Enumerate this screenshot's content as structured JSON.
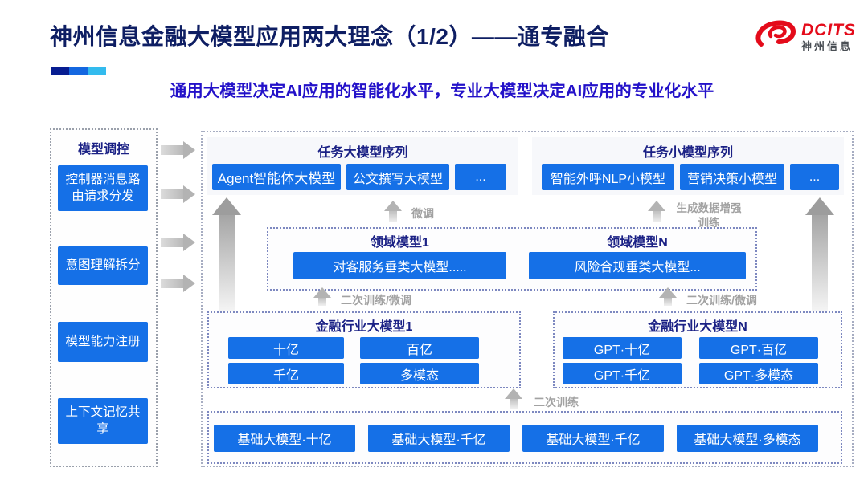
{
  "header": {
    "title": "神州信息金融大模型应用两大理念（1/2）——通专融合",
    "subtitle": "通用大模型决定AI应用的智能化水平，专业大模型决定AI应用的专业化水平",
    "accent_bar_colors": [
      "#071d91",
      "#1467e0",
      "#33bbee"
    ],
    "title_color": "#0e1e63",
    "subtitle_color": "#2311c9",
    "logo": {
      "brand": "DCITS",
      "brand_cn": "神州信息",
      "brand_color": "#e40b1a",
      "icon": "swirl-logo-icon"
    }
  },
  "colors": {
    "node_blue": "#1570e7",
    "heading_navy": "#1b2185",
    "label_gray": "#a2a2a2"
  },
  "sidebar": {
    "title": "模型调控",
    "items": [
      {
        "label": "控制器消息路由请求分发"
      },
      {
        "label": "意图理解拆分"
      },
      {
        "label": "模型能力注册"
      },
      {
        "label": "上下文记忆共享"
      }
    ]
  },
  "main": {
    "task_large": {
      "title": "任务大模型序列",
      "items": [
        "Agent智能体大模型",
        "公文撰写大模型",
        "..."
      ]
    },
    "task_small": {
      "title": "任务小模型序列",
      "items": [
        "智能外呼NLP小模型",
        "营销决策小模型",
        "..."
      ]
    },
    "annotations": {
      "finetune": "微调",
      "gen_data": "生成数据增强训练",
      "second_train_finetune": "二次训练/微调",
      "second_train": "二次训练"
    },
    "domain": {
      "left": {
        "title": "领域模型1",
        "item": "对客服务垂类大模型....."
      },
      "right": {
        "title": "领域模型N",
        "item": "风险合规垂类大模型..."
      }
    },
    "industry_left": {
      "title": "金融行业大模型1",
      "items": [
        "十亿",
        "百亿",
        "千亿",
        "多模态"
      ]
    },
    "industry_right": {
      "title": "金融行业大模型N",
      "items": [
        "GPT·十亿",
        "GPT·百亿",
        "GPT·千亿",
        "GPT·多模态"
      ]
    },
    "base": {
      "items": [
        "基础大模型·十亿",
        "基础大模型·千亿",
        "基础大模型·千亿",
        "基础大模型·多模态"
      ]
    }
  }
}
